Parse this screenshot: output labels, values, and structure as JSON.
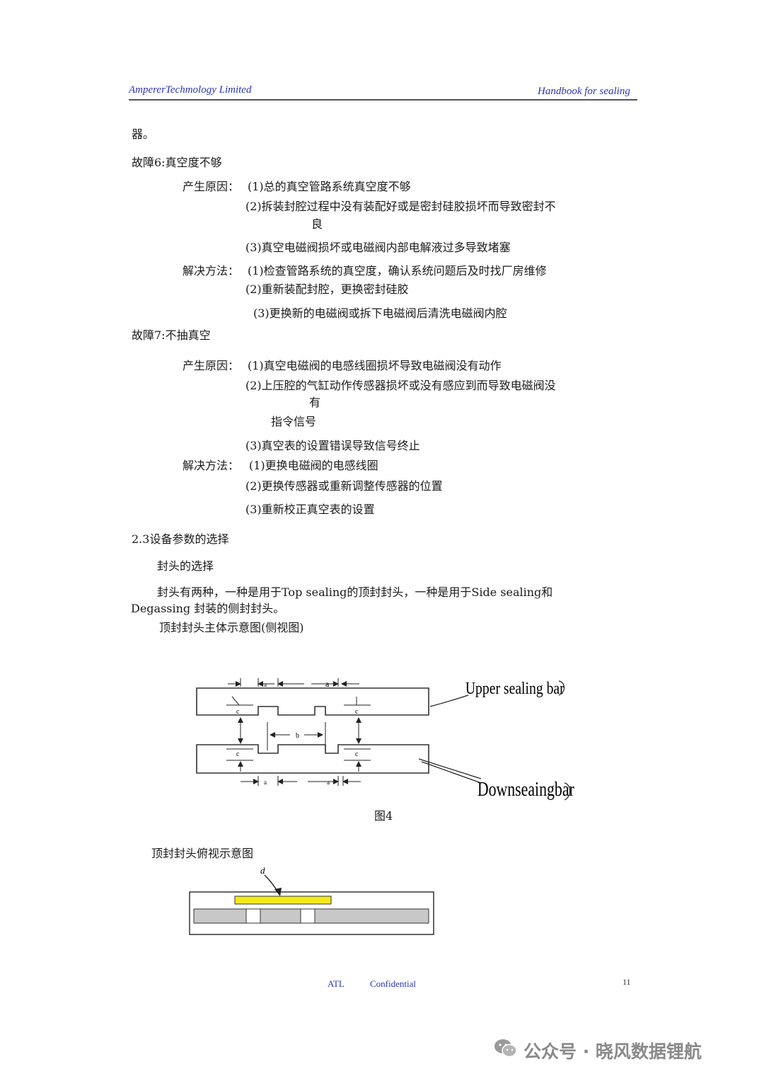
{
  "header": {
    "left": "AmpererTechmology Limited",
    "right": "Handbook for sealing"
  },
  "body": {
    "l1": "器。",
    "fault6_title": "故障6:真空度不够",
    "f6_cause_label": "产生原因：",
    "f6_c1": "(1)总的真空管路系统真空度不够",
    "f6_c2a": "(2)拆装封腔过程中没有装配好或是密封硅胶损坏而导致密封不",
    "f6_c2b": "良",
    "f6_c3": "(3)真空电磁阀损坏或电磁阀内部电解液过多导致堵塞",
    "f6_sol_label": "解决方法：",
    "f6_s1": "(1)检查管路系统的真空度，确认系统问题后及时找厂房维修",
    "f6_s2": "(2)重新装配封腔，更换密封硅胶",
    "f6_s3": "(3)更换新的电磁阀或拆下电磁阀后清洗电磁阀内腔",
    "fault7_title": "故障7:不抽真空",
    "f7_cause_label": "产生原因：",
    "f7_c1": "(1)真空电磁阀的电感线圈损坏导致电磁阀没有动作",
    "f7_c2a": "(2)上压腔的气缸动作传感器损坏或没有感应到而导致电磁阀没",
    "f7_c2b": "有",
    "f7_c2c": "指令信号",
    "f7_c3": "(3)真空表的设置错误导致信号终止",
    "f7_sol_label": "解决方法：",
    "f7_s1": "(1)更换电磁阀的电感线圈",
    "f7_s2": "(2)更换传感器或重新调整传感器的位置",
    "f7_s3": "(3)重新校正真空表的设置",
    "sec23": "2.3设备参数的选择",
    "sub_head": "封头的选择",
    "para_a": "封头有两种，一种是用于Top sealing的顶封封头，一种是用于Side sealing和",
    "para_b": "Degassing 封装的侧封封头。",
    "fig_caption_top": "顶封封头主体示意图(侧视图)",
    "fig4_label": "图4",
    "fig5_caption": "顶封封头俯视示意图"
  },
  "figure4": {
    "upper_label": "Upper sealing bar",
    "lower_label": "Downseaingbar",
    "dim_a": "a",
    "dim_b": "b",
    "dim_c": "c"
  },
  "figure5": {
    "dim_d": "d",
    "strip_color": "#f2ea1a",
    "bar_color": "#c8c8c8"
  },
  "footer": {
    "atl": "ATL",
    "confidential": "Confidential",
    "page": "11"
  },
  "watermark": {
    "text": "公众号 · 晓风数据锂航"
  }
}
